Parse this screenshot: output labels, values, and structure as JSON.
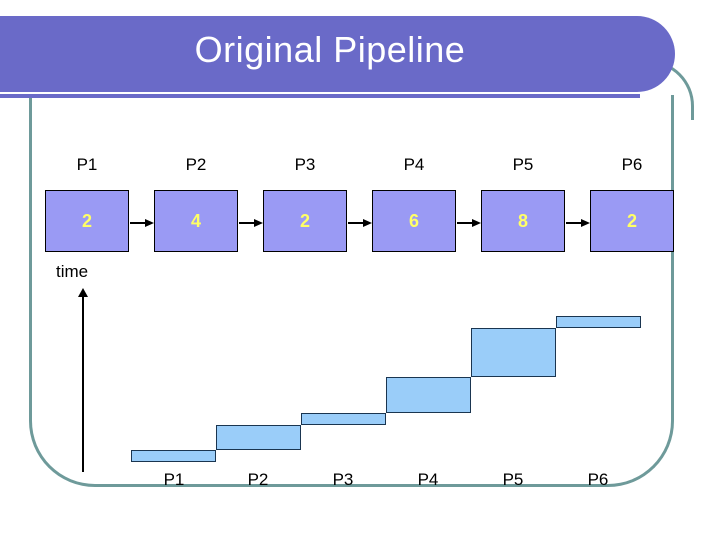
{
  "slide": {
    "title": "Original Pipeline",
    "time_axis_label": "time"
  },
  "pipeline": {
    "stages": [
      {
        "label": "P1",
        "value": "2"
      },
      {
        "label": "P2",
        "value": "4"
      },
      {
        "label": "P3",
        "value": "2"
      },
      {
        "label": "P4",
        "value": "6"
      },
      {
        "label": "P5",
        "value": "8"
      },
      {
        "label": "P6",
        "value": "2"
      }
    ],
    "arrow_icon": "right-arrow-icon",
    "box_fill": "#9a9af4",
    "box_text_color": "#ffff66",
    "box_border": "#000000"
  },
  "chart_data": {
    "type": "bar",
    "title": "Original Pipeline",
    "subtitle": "",
    "categories": [
      "P1",
      "P2",
      "P3",
      "P4",
      "P5",
      "P6"
    ],
    "values": [
      2,
      4,
      2,
      6,
      8,
      2
    ],
    "cumulative_start": [
      0,
      2,
      6,
      8,
      14,
      22
    ],
    "cumulative_end": [
      2,
      6,
      8,
      14,
      22,
      24
    ],
    "xlabel": "",
    "ylabel": "time",
    "ylim": [
      0,
      26
    ],
    "grid": false,
    "legend": false,
    "bar_fill": "#9acdf9",
    "bar_border": "#1a3550",
    "note": "staircase: each stage bar starts where the previous stage ends; bar height equals stage latency"
  },
  "theme": {
    "banner_color": "#6a6ac8",
    "frame_color": "#6e9a9a",
    "title_color": "#ffffff",
    "background": "#ffffff"
  }
}
